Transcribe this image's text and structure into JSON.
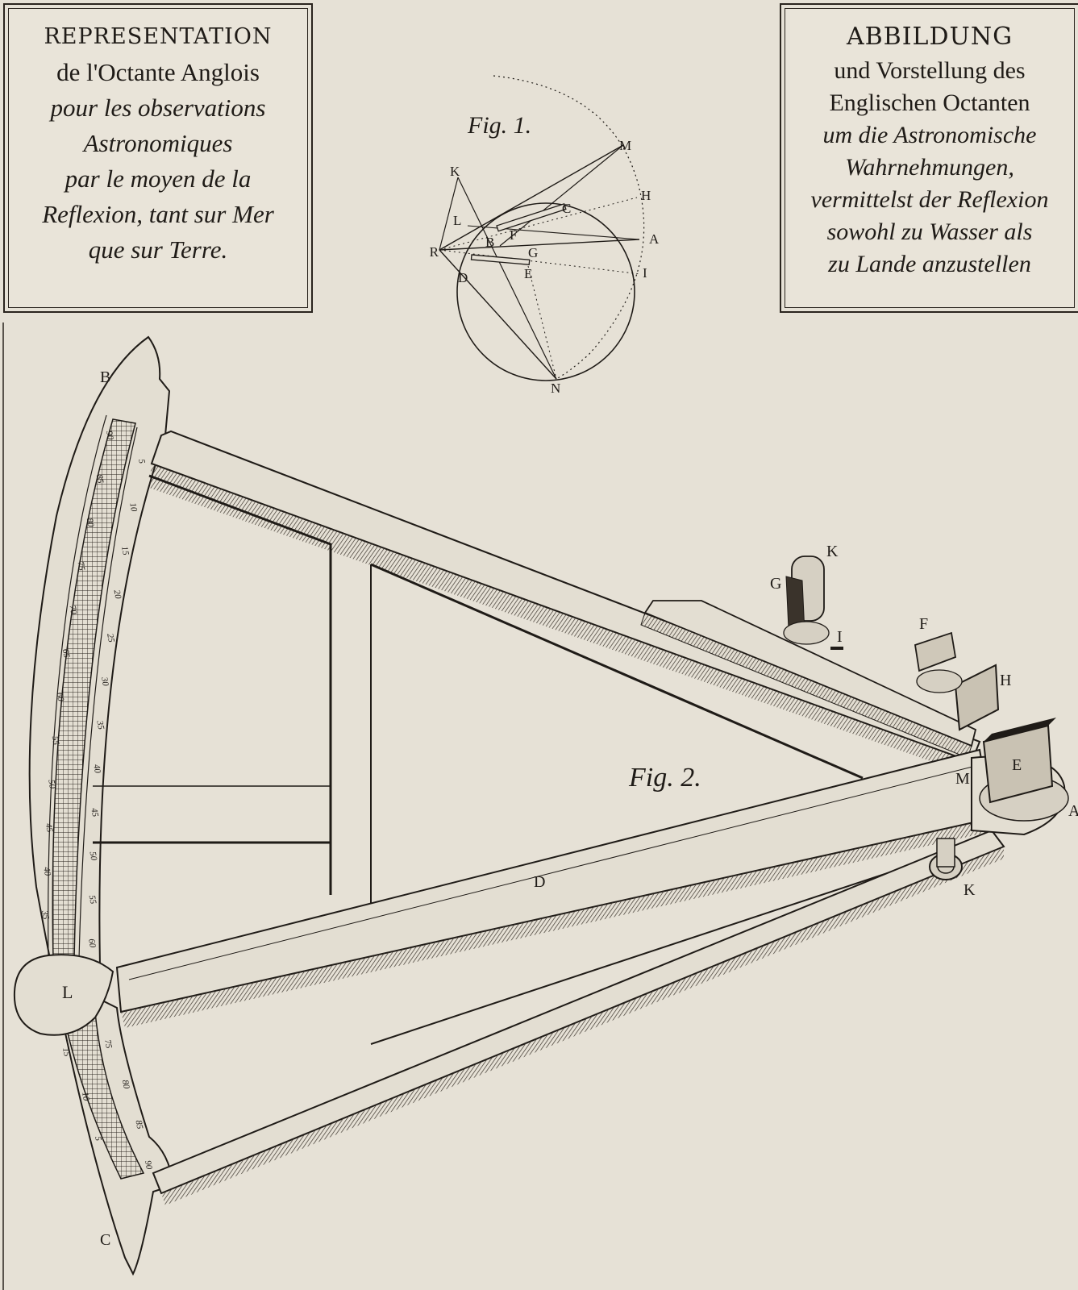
{
  "left_title": {
    "lines": [
      {
        "text": "REPRESENTATION",
        "style": "caps"
      },
      {
        "text": "de l'Octante Anglois",
        "style": "roman"
      },
      {
        "text": "pour les observations",
        "style": "ital"
      },
      {
        "text": "Astronomiques",
        "style": "ital"
      },
      {
        "text": "par le moyen de la",
        "style": "ital"
      },
      {
        "text": "Reflexion, tant sur Mer",
        "style": "ital"
      },
      {
        "text": "que sur Terre.",
        "style": "ital"
      }
    ]
  },
  "right_title": {
    "lines": [
      {
        "text": "ABBILDUNG",
        "style": "caps"
      },
      {
        "text": "und Vorstellung des",
        "style": "roman"
      },
      {
        "text": "Englischen Octanten",
        "style": "roman"
      },
      {
        "text": "um die Astronomische",
        "style": "ital"
      },
      {
        "text": "Wahrnehmungen,",
        "style": "ital"
      },
      {
        "text": "vermittelst der Reflexion",
        "style": "ital"
      },
      {
        "text": "sowohl zu Wasser als",
        "style": "ital"
      },
      {
        "text": "zu Lande anzustellen",
        "style": "ital"
      }
    ]
  },
  "fig1": {
    "title": "Fig. 1.",
    "labels": {
      "M": "M",
      "K": "K",
      "H": "H",
      "C": "C",
      "L": "L",
      "F": "F",
      "A": "A",
      "R": "R",
      "B": "B",
      "G": "G",
      "D": "D",
      "E": "E",
      "I": "I",
      "N": "N"
    }
  },
  "fig2": {
    "title": "Fig. 2.",
    "labels": {
      "B": "B",
      "C": "C",
      "L": "L",
      "D": "D",
      "M": "M",
      "A": "A",
      "K_top": "K",
      "K_bottom": "K",
      "G": "G",
      "I": "I",
      "F": "F",
      "H": "H",
      "E": "E"
    },
    "scale_upper": [
      "90",
      "85",
      "80",
      "75",
      "70",
      "65",
      "60",
      "55",
      "50",
      "45",
      "40",
      "35"
    ],
    "scale_inner": [
      "5",
      "10",
      "15",
      "20",
      "25",
      "30",
      "35",
      "40",
      "45",
      "50",
      "55",
      "60"
    ],
    "scale_lower": [
      "75",
      "80",
      "85",
      "90"
    ],
    "scale_lower_inner": [
      "15",
      "10",
      "5"
    ]
  },
  "colors": {
    "paper": "#e6e1d6",
    "ink": "#1f1b17",
    "wood_shadow": "#3a332b"
  }
}
